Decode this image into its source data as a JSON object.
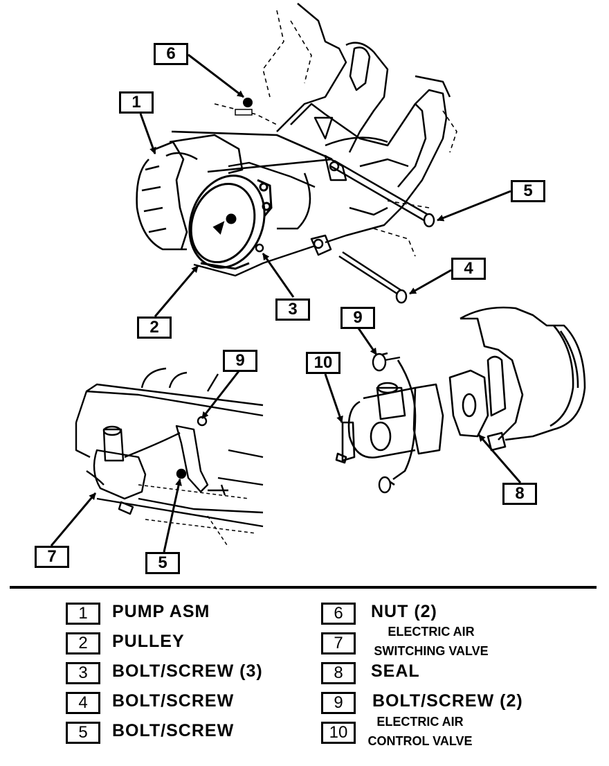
{
  "diagram_callouts": [
    {
      "id": "c6",
      "num": "6"
    },
    {
      "id": "c1",
      "num": "1"
    },
    {
      "id": "c5a",
      "num": "5"
    },
    {
      "id": "c4",
      "num": "4"
    },
    {
      "id": "c3",
      "num": "3"
    },
    {
      "id": "c2",
      "num": "2"
    },
    {
      "id": "c9a",
      "num": "9"
    },
    {
      "id": "c9b",
      "num": "9"
    },
    {
      "id": "c10",
      "num": "10"
    },
    {
      "id": "c8",
      "num": "8"
    },
    {
      "id": "c7",
      "num": "7"
    },
    {
      "id": "c5b",
      "num": "5"
    }
  ],
  "legend": [
    {
      "num": "1",
      "label": "PUMP ASM"
    },
    {
      "num": "2",
      "label": "PULLEY"
    },
    {
      "num": "3",
      "label": "BOLT/SCREW (3)"
    },
    {
      "num": "4",
      "label": "BOLT/SCREW"
    },
    {
      "num": "5",
      "label": "BOLT/SCREW"
    },
    {
      "num": "6",
      "label": "NUT (2)"
    },
    {
      "num": "7",
      "label_line1": "ELECTRIC AIR",
      "label_line2": "SWITCHING VALVE"
    },
    {
      "num": "8",
      "label": "SEAL"
    },
    {
      "num": "9",
      "label": "BOLT/SCREW (2)"
    },
    {
      "num": "10",
      "label_line1": "ELECTRIC AIR",
      "label_line2": "CONTROL VALVE"
    }
  ]
}
